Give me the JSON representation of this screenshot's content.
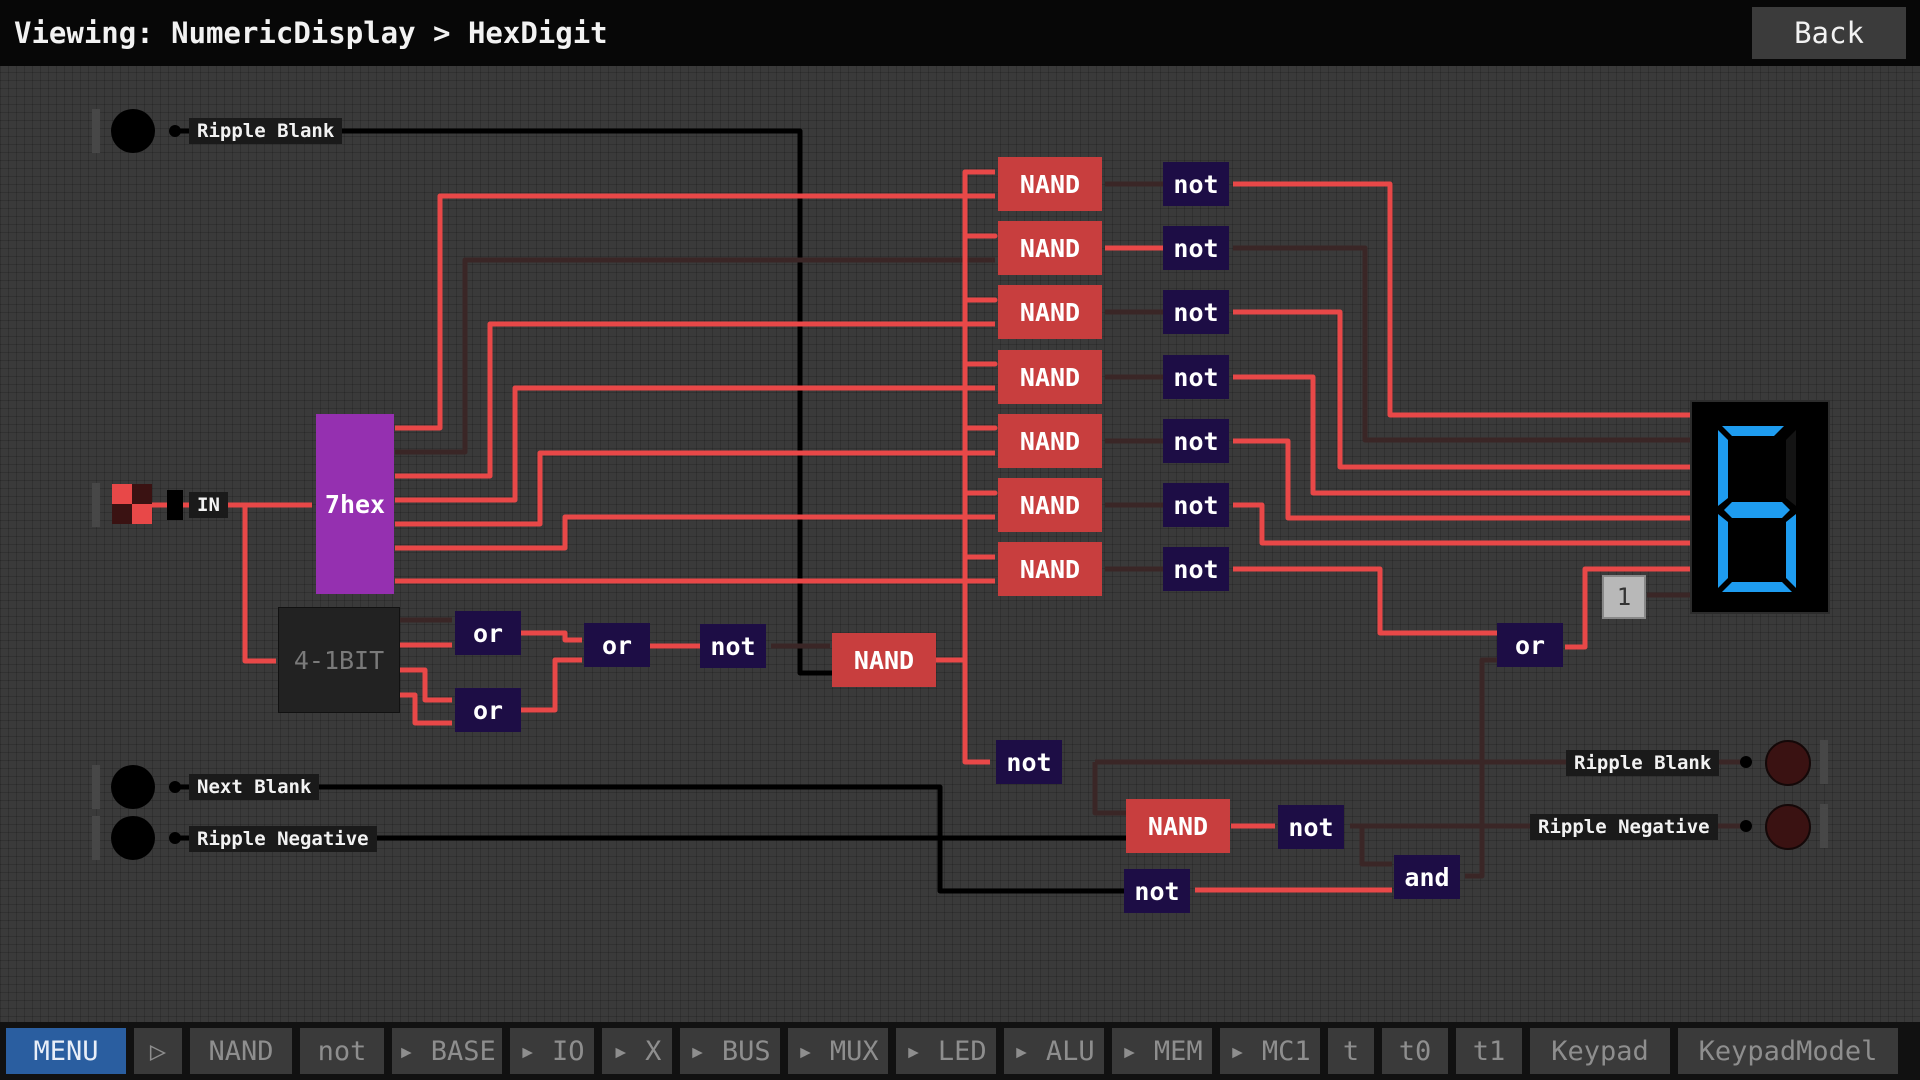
{
  "header": {
    "title": "Viewing: NumericDisplay > HexDigit",
    "back_label": "Back"
  },
  "inputs": {
    "ripple_blank": "Ripple Blank",
    "in": "IN",
    "next_blank": "Next Blank",
    "ripple_negative": "Ripple Negative"
  },
  "outputs": {
    "ripple_blank": "Ripple Blank",
    "ripple_negative": "Ripple Negative"
  },
  "components": {
    "decoder": "7hex",
    "bit_reducer": "4-1BIT",
    "nand_column": [
      "NAND",
      "NAND",
      "NAND",
      "NAND",
      "NAND",
      "NAND",
      "NAND"
    ],
    "not_column": [
      "not",
      "not",
      "not",
      "not",
      "not",
      "not",
      "not"
    ],
    "or1": "or",
    "or2": "or",
    "or3": "or",
    "or4": "or",
    "not_mid": "not",
    "nand_mid": "NAND",
    "not_low": "not",
    "nand_low": "NAND",
    "not_low2": "not",
    "not_low3": "not",
    "and_gate": "and",
    "constant": "1"
  },
  "display_digit": "6",
  "colors": {
    "active_wire": "#e84848",
    "inactive_wire": "#3a2626",
    "black_wire": "#000000",
    "segment_on": "#1e9cf0"
  },
  "toolbar": [
    "MENU",
    "▷",
    "NAND",
    "not",
    "▸ BASE",
    "▸ IO",
    "▸ X",
    "▸ BUS",
    "▸ MUX",
    "▸ LED",
    "▸ ALU",
    "▸ MEM",
    "▸ MC1",
    "t",
    "t0",
    "t1",
    "Keypad",
    "KeypadModel"
  ]
}
